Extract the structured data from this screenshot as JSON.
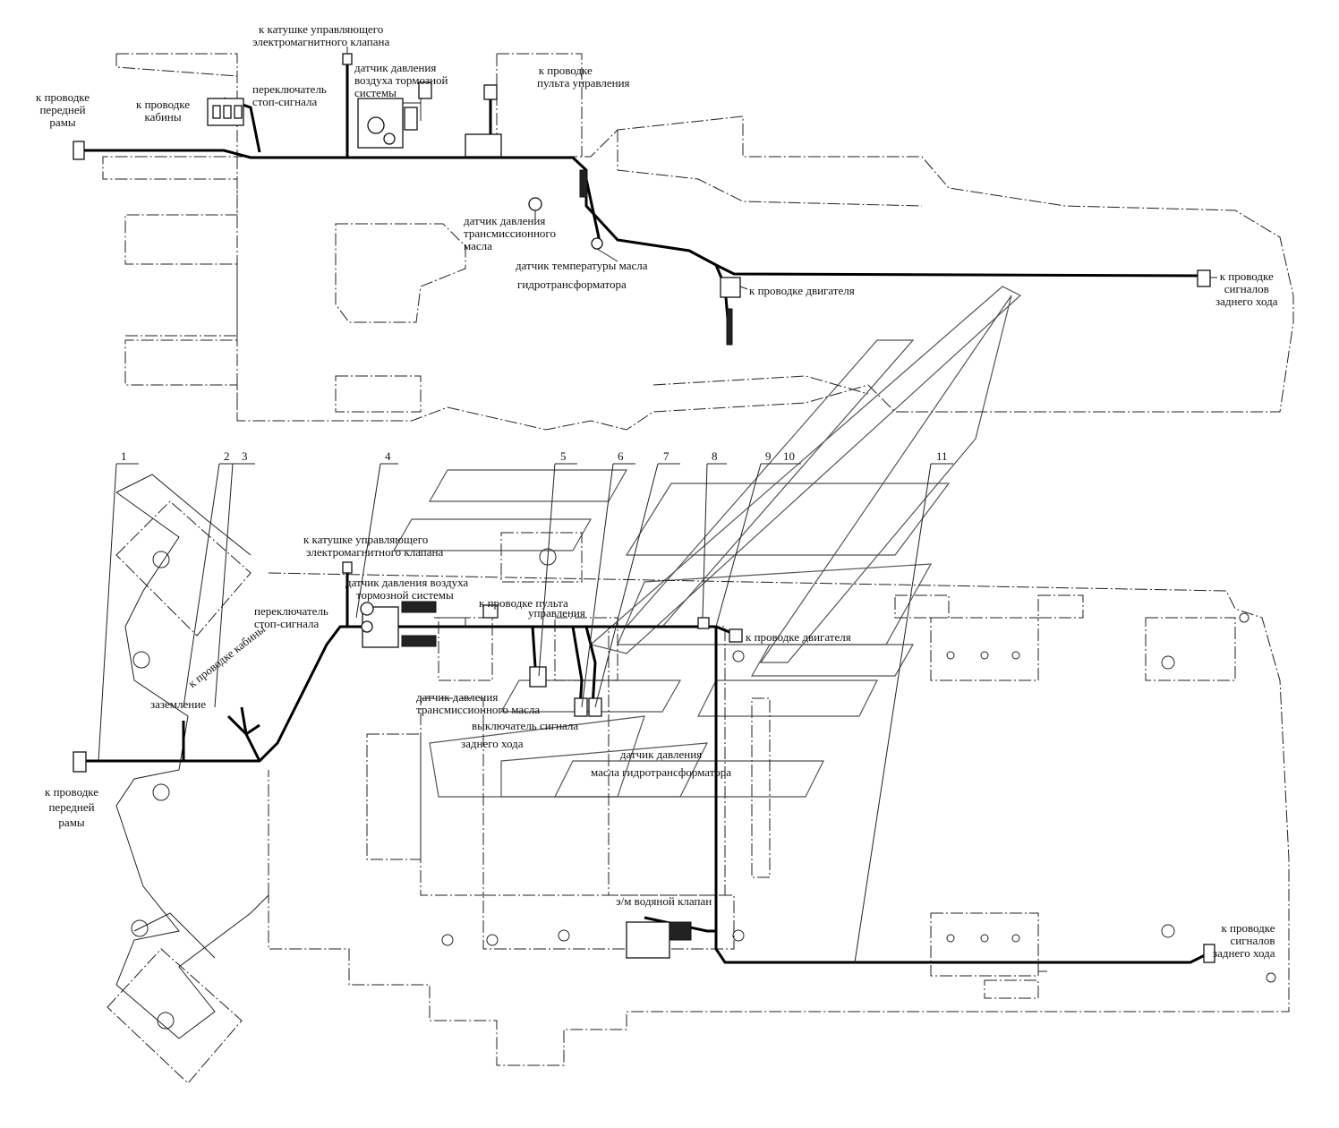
{
  "top_view": {
    "labels": {
      "coil": [
        "к катушке управляющего",
        "электромагнитного клапана"
      ],
      "brake_sensor": [
        "датчик давления",
        "воздуха тормозной",
        "системы"
      ],
      "control_panel": [
        "к проводке",
        "пульта управления"
      ],
      "stop_switch": [
        "переключатель",
        "стоп-сигнала"
      ],
      "cab": [
        "к проводке",
        "кабины"
      ],
      "front_frame": [
        "к проводке",
        "передней",
        "рамы"
      ],
      "trans_sensor": [
        "датчик давления",
        "трансмиссионного",
        "масла"
      ],
      "temp_sensor": [
        "датчик температуры масла",
        "гидротрансформатора"
      ],
      "engine": "к проводке двигателя",
      "reverse": [
        "к проводке",
        "сигналов",
        "заднего хода"
      ]
    }
  },
  "bottom_view": {
    "callouts": [
      "1",
      "2",
      "3",
      "4",
      "5",
      "6",
      "7",
      "8",
      "9",
      "10",
      "11"
    ],
    "labels": {
      "coil": [
        "к катушке управляющего",
        "электромагнитного клапана"
      ],
      "brake_sensor": [
        "датчик давления воздуха",
        "тормозной системы"
      ],
      "control_panel": [
        "к проводке пульта",
        "управления"
      ],
      "stop_switch": [
        "переключатель",
        "стоп-сигнала"
      ],
      "engine": "к проводке двигателя",
      "ground": "заземление",
      "cab": "к проводке кабины",
      "trans_sensor": [
        "датчик давления",
        "трансмиссионного масла"
      ],
      "reverse_switch": [
        "выключатель сигнала",
        "заднего хода"
      ],
      "torque_sensor": [
        "датчик давления",
        "масла гидротрансформатора"
      ],
      "water_valve": "э/м водяной клапан",
      "front_frame": [
        "к проводке",
        "передней",
        "рамы"
      ],
      "reverse": [
        "к проводке",
        "сигналов",
        "заднего хода"
      ]
    }
  }
}
